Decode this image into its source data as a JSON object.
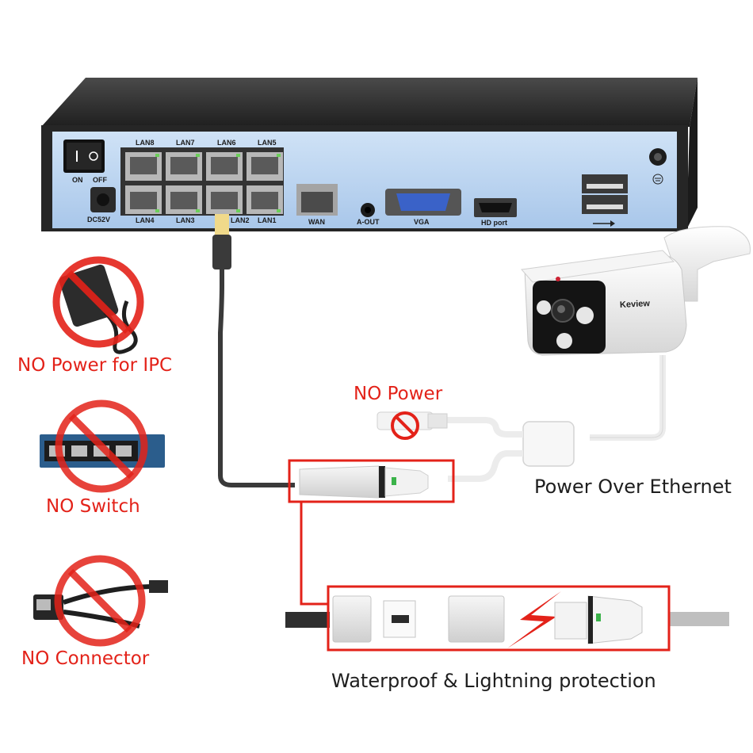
{
  "nvr": {
    "switch_on": "ON",
    "switch_off": "OFF",
    "power_in": "DC52V",
    "lan_top": [
      "LAN8",
      "LAN7",
      "LAN6",
      "LAN5"
    ],
    "lan_bottom": [
      "LAN4",
      "LAN3",
      "LAN2",
      "LAN1"
    ],
    "wan": "WAN",
    "audio_out": "A-OUT",
    "vga": "VGA",
    "hdmi": "HD port",
    "usb_icon": "usb-icon",
    "ground_icon": "ground-icon"
  },
  "camera": {
    "brand": "Keview"
  },
  "left_panel": {
    "items": [
      {
        "label": "NO Power for IPC",
        "icon": "power-adapter-icon"
      },
      {
        "label": "NO Switch",
        "icon": "network-switch-icon"
      },
      {
        "label": "NO Connector",
        "icon": "poe-splitter-icon"
      }
    ]
  },
  "labels": {
    "no_power": "NO Power",
    "poe": "Power Over Ethernet",
    "waterproof": "Waterproof & Lightning protection"
  },
  "colors": {
    "accent_red": "#e32219",
    "nvr_panel": "#bcd6f2",
    "nvr_body": "#2b2b2b",
    "cable_dark": "#3a3a3a"
  }
}
